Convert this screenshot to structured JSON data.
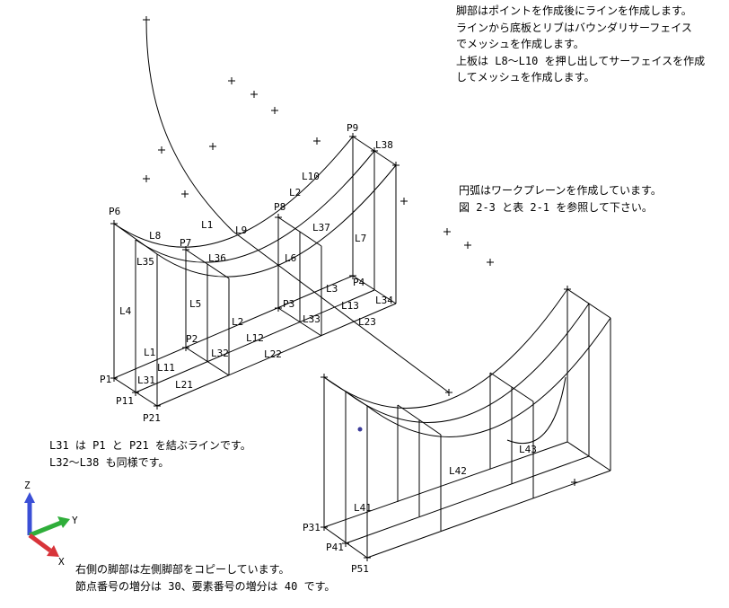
{
  "notes": {
    "top_right": [
      "脚部はポイントを作成後にラインを作成します。",
      "ラインから底板とリブはバウンダリサーフェイス",
      "でメッシュを作成します。",
      "上板は L8～L10 を押し出してサーフェイスを作成",
      "してメッシュを作成します。"
    ],
    "mid_right": [
      "円弧はワークプレーンを作成しています。",
      "図 2-3 と表 2-1 を参照して下さい。"
    ],
    "left": [
      "L31 は P1 と P21 を結ぶラインです。",
      "L32～L38 も同様です。"
    ],
    "bottom": [
      "右側の脚部は左側脚部をコピーしています。",
      "節点番号の増分は 30、要素番号の増分は 40 です。"
    ]
  },
  "labels": {
    "P1": "P1",
    "P2": "P2",
    "P3": "P3",
    "P4": "P4",
    "P6": "P6",
    "P7": "P7",
    "P8": "P8",
    "P9": "P9",
    "P11": "P11",
    "P21": "P21",
    "P31": "P31",
    "P41": "P41",
    "P51": "P51",
    "L1": "L1",
    "L2a": "L2",
    "L2b": "L2",
    "L3": "L3",
    "L4": "L4",
    "L5": "L5",
    "L6": "L6",
    "L7": "L7",
    "L8": "L8",
    "L9": "L9",
    "L10": "L10",
    "L11a": "L1",
    "L11": "L11",
    "L12": "L12",
    "L13": "L13",
    "L21": "L21",
    "L22": "L22",
    "L23": "L23",
    "L31": "L31",
    "L32": "L32",
    "L33": "L33",
    "L34": "L34",
    "L35": "L35",
    "L36": "L36",
    "L37": "L37",
    "L38": "L38",
    "L41": "L41",
    "L42": "L42",
    "L43": "L43"
  },
  "axes": {
    "z": "Z",
    "y": "Y",
    "x": "X"
  },
  "colors": {
    "z_axis": "#3b4fd6",
    "y_axis": "#2fae3a",
    "x_axis": "#d8343a",
    "dot": "#3b3b9a"
  }
}
